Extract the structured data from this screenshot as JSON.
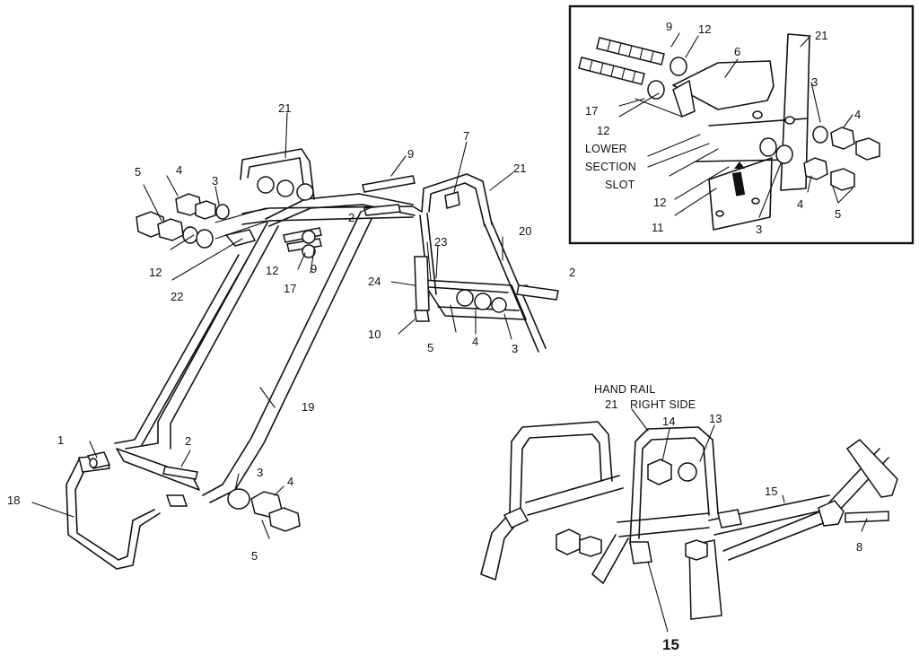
{
  "callouts": {
    "main": {
      "n21": "21",
      "n9": "9",
      "n7": "7",
      "n21b": "21",
      "n5": "5",
      "n4": "4",
      "n3": "3",
      "n2": "2",
      "n23": "23",
      "n20": "20",
      "n2b": "2",
      "n12": "12",
      "n17": "17",
      "n9b": "9",
      "n22": "22",
      "n24": "24",
      "n10": "10",
      "n5b": "5",
      "n4b": "4",
      "n3b": "3",
      "n19": "19",
      "n1": "1",
      "n2c": "2",
      "n3c": "3",
      "n4c": "4",
      "n18": "18",
      "n5c": "5"
    },
    "inset": {
      "n9": "9",
      "n12": "12",
      "n6": "6",
      "n21": "21",
      "n17": "17",
      "n12b": "12",
      "n3": "3",
      "n4": "4",
      "n12c": "12",
      "n11": "11",
      "n3b": "3",
      "n4b": "4",
      "n5": "5"
    },
    "rail": {
      "n21": "21",
      "n14": "14",
      "n13": "13",
      "n15": "15",
      "n8": "8",
      "n15big": "15"
    }
  },
  "labels": {
    "lower_section": "LOWER",
    "lower_section_2": "SECTION",
    "slot": "SLOT",
    "hand_rail": "HAND RAIL",
    "right_side": "RIGHT SIDE"
  }
}
